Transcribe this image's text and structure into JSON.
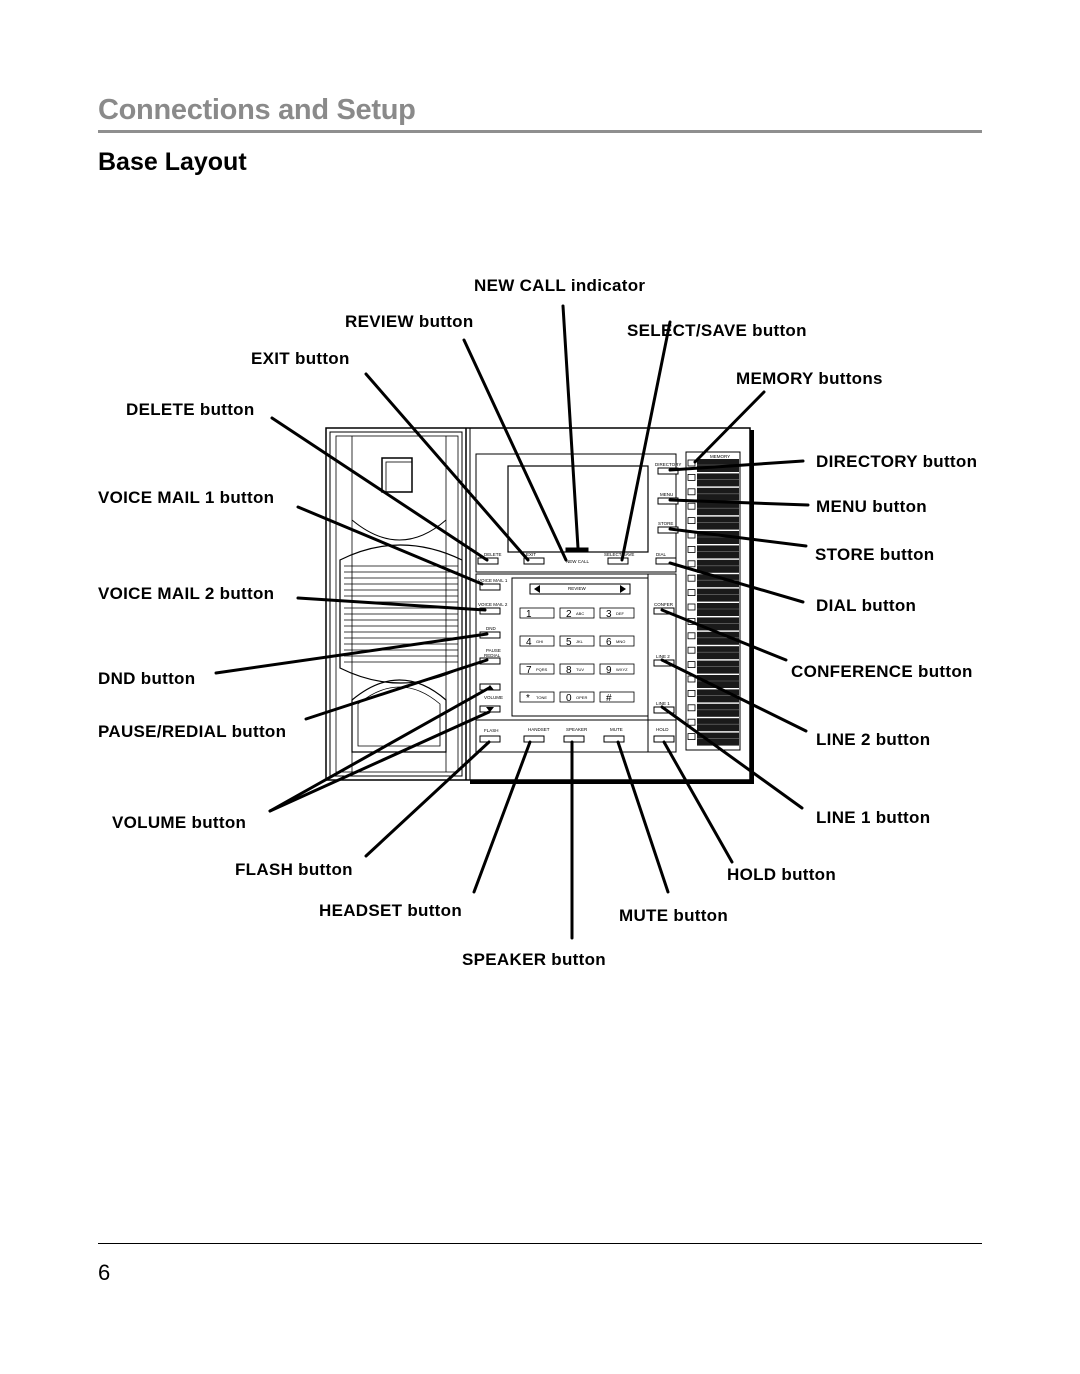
{
  "header": {
    "section_title": "Connections and Setup",
    "subtitle": "Base Layout"
  },
  "callouts": {
    "new_call": "NEW CALL indicator",
    "review": "REVIEW button",
    "select_save": "SELECT/SAVE button",
    "exit": "EXIT button",
    "memory": "MEMORY buttons",
    "delete": "DELETE button",
    "directory": "DIRECTORY button",
    "voice_mail_1": "VOICE MAIL 1 button",
    "menu": "MENU button",
    "store": "STORE button",
    "voice_mail_2": "VOICE MAIL 2 button",
    "dial": "DIAL button",
    "dnd": "DND button",
    "conference": "CONFERENCE button",
    "pause_redial": "PAUSE/REDIAL button",
    "line_2": "LINE 2 button",
    "volume": "VOLUME button",
    "line_1": "LINE 1 button",
    "flash": "FLASH button",
    "hold": "HOLD button",
    "headset": "HEADSET button",
    "mute": "MUTE button",
    "speaker": "SPEAKER button"
  },
  "phone_labels": {
    "delete": "DELETE",
    "exit": "EXIT",
    "select_save": "SELECT/SAVE",
    "dial": "DIAL",
    "new_call": "NEW CALL",
    "review": "REVIEW",
    "voice_mail_1": "VOICE MAIL 1",
    "voice_mail_2": "VOICE MAIL 2",
    "dnd": "DND",
    "pause": "PAUSE",
    "redial": "REDIAL",
    "volume": "VOLUME",
    "flash": "FLASH",
    "headset": "HANDSET",
    "speaker": "SPEAKER",
    "mute": "MUTE",
    "hold": "HOLD",
    "directory": "DIRECTORY",
    "menu": "MENU",
    "store": "STORE",
    "conference": "CONFER",
    "line_2": "LINE 2",
    "line_1": "LINE 1",
    "memory_header": "MEMORY"
  },
  "keypad": [
    {
      "digit": "1",
      "letters": ""
    },
    {
      "digit": "2",
      "letters": "ABC"
    },
    {
      "digit": "3",
      "letters": "DEF"
    },
    {
      "digit": "4",
      "letters": "GHI"
    },
    {
      "digit": "5",
      "letters": "JKL"
    },
    {
      "digit": "6",
      "letters": "MNO"
    },
    {
      "digit": "7",
      "letters": "PQRS"
    },
    {
      "digit": "8",
      "letters": "TUV"
    },
    {
      "digit": "9",
      "letters": "WXYZ"
    },
    {
      "digit": "*",
      "letters": "TONE"
    },
    {
      "digit": "0",
      "letters": "OPER"
    },
    {
      "digit": "#",
      "letters": ""
    }
  ],
  "footer": {
    "page_number": "6"
  }
}
